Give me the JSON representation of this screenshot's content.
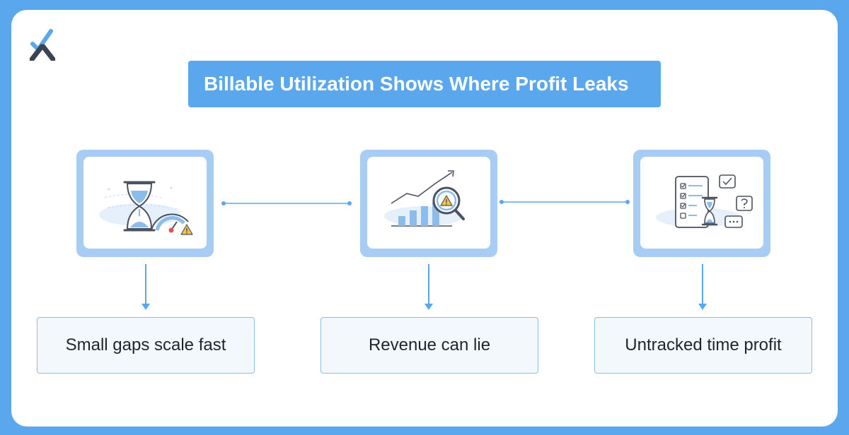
{
  "title": "Billable Utilization Shows Where Profit Leaks",
  "brand": {
    "accent": "#5aa7ee",
    "frame": "#a7cdf4",
    "logo_dark": "#3a4350"
  },
  "items": [
    {
      "icon": "hourglass-gauge-warning-icon",
      "label": "Small gaps scale fast"
    },
    {
      "icon": "chart-magnifier-warning-icon",
      "label": "Revenue can lie"
    },
    {
      "icon": "checklist-hourglass-question-icon",
      "label": "Untracked time profit"
    }
  ]
}
